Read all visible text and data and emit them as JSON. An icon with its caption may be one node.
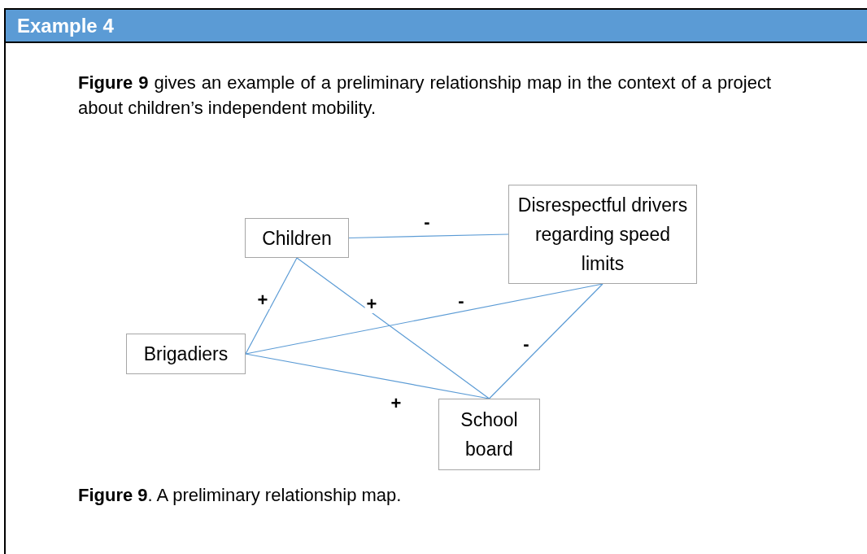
{
  "diagram": {
    "title": "Example 4",
    "caption": "**Figure 9**. A preliminary relationship map.",
    "labels": [
      "**Figure 9** gives an example of a preliminary relationship map in the context of a project about children’s independent mobility."
    ],
    "nodes": [
      {
        "text": [
          "Children"
        ]
      },
      {
        "text": [
          "Disrespectful drivers regarding speed limits"
        ]
      },
      {
        "text": [
          "Brigadiers"
        ]
      },
      {
        "text": [
          "School board"
        ]
      }
    ],
    "edges": [
      {
        "from": 0,
        "to": 1,
        "arrow": "none",
        "label": "-"
      },
      {
        "from": 0,
        "to": 2,
        "arrow": "none",
        "label": "+"
      },
      {
        "from": 0,
        "to": 3,
        "arrow": "none",
        "label": "+"
      },
      {
        "from": 2,
        "to": 1,
        "arrow": "none",
        "label": "-"
      },
      {
        "from": 1,
        "to": 3,
        "arrow": "none",
        "label": "-"
      },
      {
        "from": 2,
        "to": 3,
        "arrow": "none",
        "label": "+"
      }
    ]
  }
}
